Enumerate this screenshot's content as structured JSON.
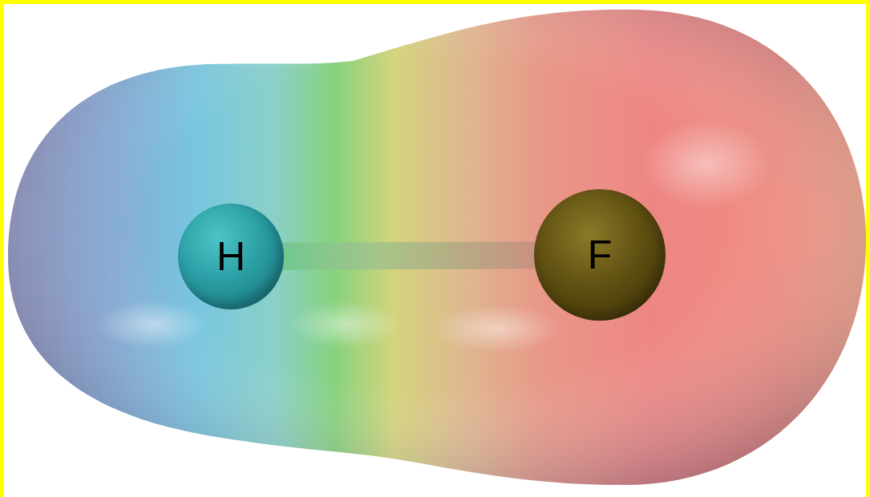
{
  "diagram": {
    "nodes": [
      {
        "text": [
          "H"
        ]
      },
      {
        "text": [
          "F"
        ]
      }
    ],
    "edges": [
      {
        "from": 0,
        "to": 1,
        "arrow": "none"
      }
    ]
  }
}
